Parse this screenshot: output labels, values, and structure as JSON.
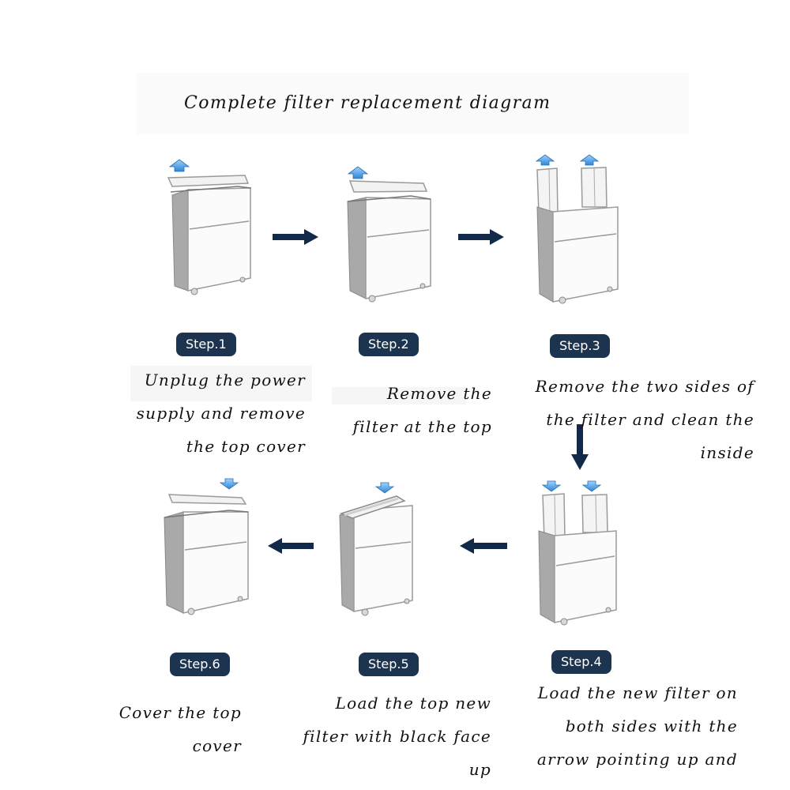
{
  "title": "Complete filter replacement diagram",
  "steps": [
    {
      "badge": "Step.1",
      "caption": [
        "Unplug the power",
        "supply and remove",
        "the top cover"
      ]
    },
    {
      "badge": "Step.2",
      "caption": [
        "Remove the",
        "filter at the top"
      ]
    },
    {
      "badge": "Step.3",
      "caption": [
        "Remove the two sides of",
        "the filter and clean the",
        "inside"
      ]
    },
    {
      "badge": "Step.4",
      "caption": [
        "Load the new filter on",
        "both sides with the",
        "arrow pointing up and"
      ]
    },
    {
      "badge": "Step.5",
      "caption": [
        "Load the top new",
        "filter with black face",
        "up"
      ]
    },
    {
      "badge": "Step.6",
      "caption": [
        "Cover the top",
        "cover"
      ]
    }
  ],
  "icons": {
    "lift": "blue-arrow-up-icon",
    "insert": "blue-arrow-down-icon",
    "flow": "navy-arrow-icon"
  },
  "colors": {
    "badge": "#1d3450",
    "flow_arrow": "#12294a",
    "lift_arrow": "#4a9ee0"
  }
}
